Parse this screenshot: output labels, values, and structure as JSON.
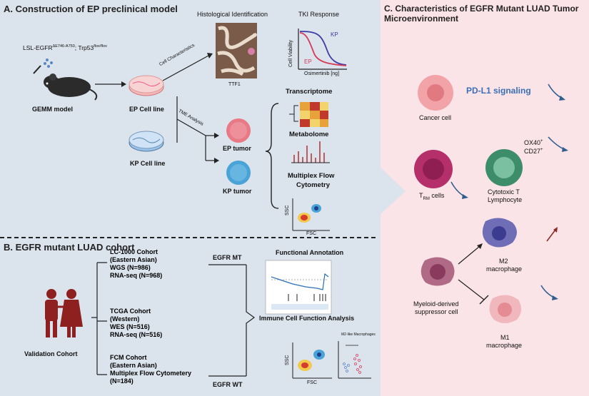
{
  "section_a": {
    "title": "A. Construction of EP preclinical model",
    "genotype": "LSL-EGFR",
    "genotype_sup": "ΔE746-A750",
    "genotype_tail": "; Trp53",
    "genotype_sup2": "flox/flox",
    "gemm": "GEMM model",
    "ep_line": "EP Cell line",
    "kp_line": "KP Cell line",
    "cell_char": "Cell Characteristics",
    "tme": "TME Analysis",
    "histo": "Histological Identification",
    "ttf1": "TTF1",
    "tki": "TKI Response",
    "kp_curve": "KP",
    "ep_curve": "EP",
    "viability": "Cell Viability",
    "osimertinib": "Osimertinib [ng]",
    "ep_tumor": "EP tumor",
    "kp_tumor": "KP tumor",
    "transcriptome": "Transcriptome",
    "metabolome": "Metabolome",
    "multiplex1": "Multiplex Flow",
    "multiplex2": "Cytometry",
    "ssc": "SSC",
    "fsc": "FSC"
  },
  "section_b": {
    "title": "B. EGFR mutant LUAD cohort",
    "validation": "Validation Cohort",
    "lc_lines": [
      "LC-1000 Cohort",
      "(Eastern Asian)",
      "WGS (N=986)",
      "RNA-seq (N=968)"
    ],
    "tcga_lines": [
      "TCGA Cohort",
      "(Western)",
      "WES (N=516)",
      "RNA-seq (N=516)"
    ],
    "fcm_lines": [
      "FCM Cohort",
      "(Eastern Asian)",
      "Multiplex Flow Cytometery",
      "(N=184)"
    ],
    "egfr_mt": "EGFR MT",
    "egfr_wt": "EGFR WT",
    "functional": "Functional Annotation",
    "immune": "Immune Cell Function Analysis",
    "m2like": "M2-like Macrophages",
    "ssc": "SSC",
    "fsc": "FSC"
  },
  "section_c": {
    "title_line1": "C. Characteristics of EGFR Mutant LUAD Tumor",
    "title_line2": "Microenvironment",
    "pdl1": "PD-L1 signaling",
    "cancer": "Cancer cell",
    "ox40": "OX40",
    "cd27": "CD27",
    "trm": "T",
    "trm_sub": "RM",
    "trm_tail": " cells",
    "cytotoxic1": "Cytotoxic T",
    "cytotoxic2": "Lymphocyte",
    "m2_1": "M2",
    "m2_2": "macrophage",
    "mdsc1": "Myeloid-derived",
    "mdsc2": "suppressor cell",
    "m1_1": "M1",
    "m1_2": "macrophage"
  },
  "colors": {
    "left_bg": "#dbe3ec",
    "right_bg": "#fbe4e7",
    "pdl1_blue": "#3b6fb5",
    "arrow_blue": "#2f5f8f",
    "arrow_red": "#8f2a2a"
  }
}
